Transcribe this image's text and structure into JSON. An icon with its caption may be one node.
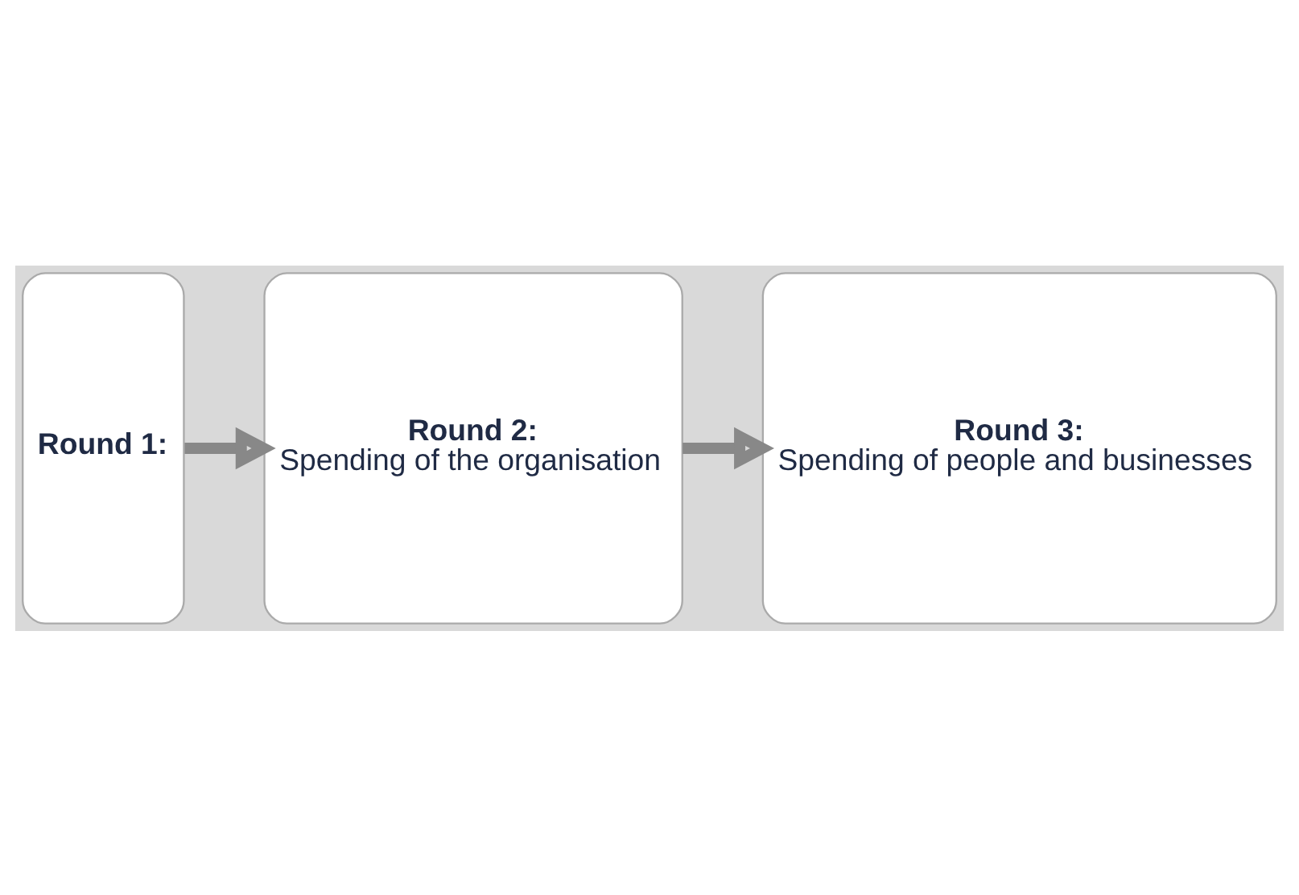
{
  "diagram": {
    "nodes": [
      {
        "text": [
          "Round 1:"
        ]
      },
      {
        "text": [
          "Round 2:",
          "Spending of the organisation"
        ]
      },
      {
        "text": [
          "Round 3:",
          "Spending of people and businesses"
        ]
      }
    ],
    "edges": [
      {
        "from": 0,
        "to": 1,
        "arrow": "to"
      },
      {
        "from": 1,
        "to": 2,
        "arrow": "to"
      }
    ]
  }
}
